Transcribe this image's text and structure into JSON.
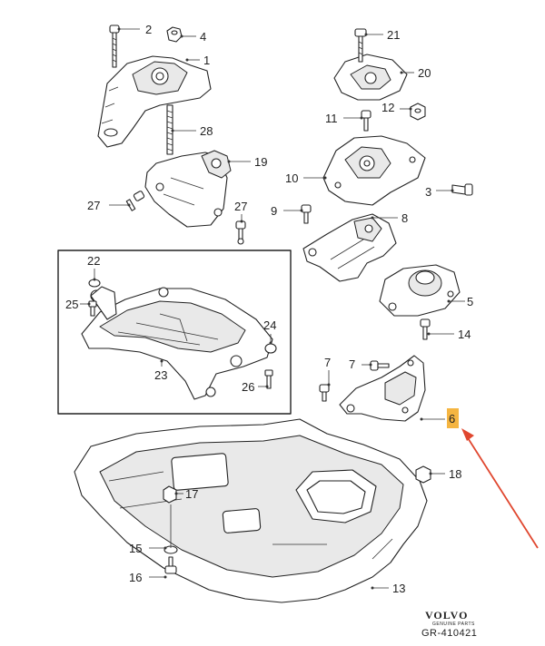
{
  "callouts": [
    {
      "id": "1",
      "label": "1"
    },
    {
      "id": "2",
      "label": "2"
    },
    {
      "id": "3",
      "label": "3"
    },
    {
      "id": "4",
      "label": "4"
    },
    {
      "id": "5",
      "label": "5"
    },
    {
      "id": "6",
      "label": "6",
      "highlighted": true
    },
    {
      "id": "7a",
      "label": "7"
    },
    {
      "id": "7b",
      "label": "7"
    },
    {
      "id": "8",
      "label": "8"
    },
    {
      "id": "9",
      "label": "9"
    },
    {
      "id": "10",
      "label": "10"
    },
    {
      "id": "11",
      "label": "11"
    },
    {
      "id": "12",
      "label": "12"
    },
    {
      "id": "13",
      "label": "13"
    },
    {
      "id": "14",
      "label": "14"
    },
    {
      "id": "15",
      "label": "15"
    },
    {
      "id": "16",
      "label": "16"
    },
    {
      "id": "17",
      "label": "17"
    },
    {
      "id": "18",
      "label": "18"
    },
    {
      "id": "19",
      "label": "19"
    },
    {
      "id": "20",
      "label": "20"
    },
    {
      "id": "21",
      "label": "21"
    },
    {
      "id": "22",
      "label": "22"
    },
    {
      "id": "23",
      "label": "23"
    },
    {
      "id": "24",
      "label": "24"
    },
    {
      "id": "25",
      "label": "25"
    },
    {
      "id": "26",
      "label": "26"
    },
    {
      "id": "27a",
      "label": "27"
    },
    {
      "id": "27b",
      "label": "27"
    },
    {
      "id": "28",
      "label": "28"
    }
  ],
  "highlight_color": "#f5b541",
  "arrow_color": "#e0472f",
  "brand": {
    "name": "VOLVO",
    "tagline": "GENUINE PARTS"
  },
  "reference": "GR-410421"
}
